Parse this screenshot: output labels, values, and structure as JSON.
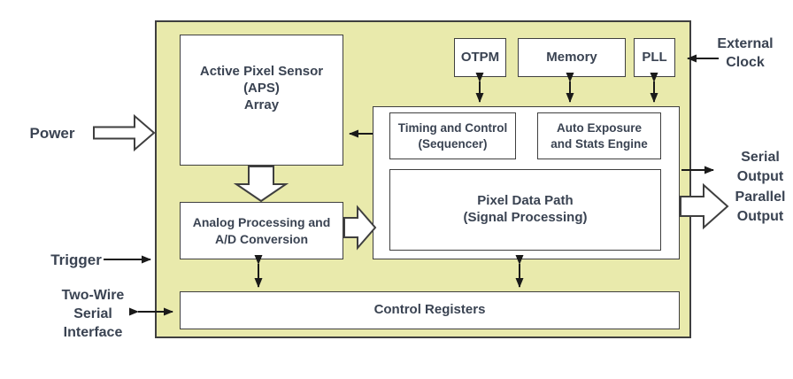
{
  "diagram": {
    "blocks": {
      "aps": "Active Pixel Sensor\n(APS)\nArray",
      "otpm": "OTPM",
      "memory": "Memory",
      "pll": "PLL",
      "timing": "Timing and Control\n(Sequencer)",
      "auto_exposure": "Auto Exposure\nand Stats Engine",
      "pixel_data_path": "Pixel Data Path\n(Signal Processing)",
      "analog": "Analog Processing and\nA/D Conversion",
      "control_registers": "Control Registers"
    },
    "external_labels": {
      "power": "Power",
      "trigger": "Trigger",
      "two_wire": "Two-Wire\nSerial\nInterface",
      "external_clock": "External\nClock",
      "serial_output": "Serial\nOutput",
      "parallel_output": "Parallel\nOutput"
    },
    "colors": {
      "chip_fill": "#e9eaac",
      "box_border": "#3f3f3f",
      "text": "#3a4352",
      "arrow": "#1a1a1a"
    }
  }
}
